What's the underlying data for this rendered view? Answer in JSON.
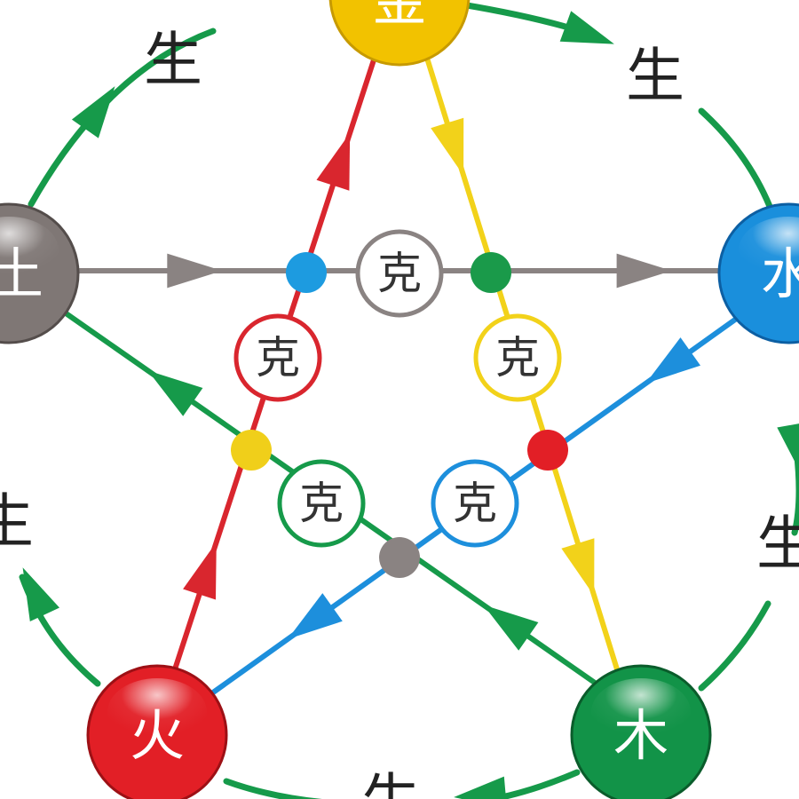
{
  "elements": {
    "metal": {
      "label": "金",
      "color": "#f2c200",
      "dark": "#c79a00"
    },
    "water": {
      "label": "水",
      "color": "#1a8fdc",
      "dark": "#0c5fa3"
    },
    "wood": {
      "label": "木",
      "color": "#129348",
      "dark": "#0a5c2b"
    },
    "fire": {
      "label": "火",
      "color": "#e21f26",
      "dark": "#9d1015"
    },
    "earth": {
      "label": "土",
      "color": "#7f7775",
      "dark": "#544d4b"
    }
  },
  "generating": {
    "label": "生",
    "color": "#169a4a",
    "labels": [
      "生",
      "生",
      "生",
      "生",
      "生"
    ]
  },
  "controlling": {
    "label": "克",
    "labels": [
      "克",
      "克",
      "克",
      "克",
      "克"
    ]
  },
  "lines": {
    "earth_water": "#8a8382",
    "metal_wood": "#f2d21a",
    "water_fire": "#1d8fdc",
    "fire_metal": "#d9262e",
    "wood_earth": "#169a4a"
  }
}
